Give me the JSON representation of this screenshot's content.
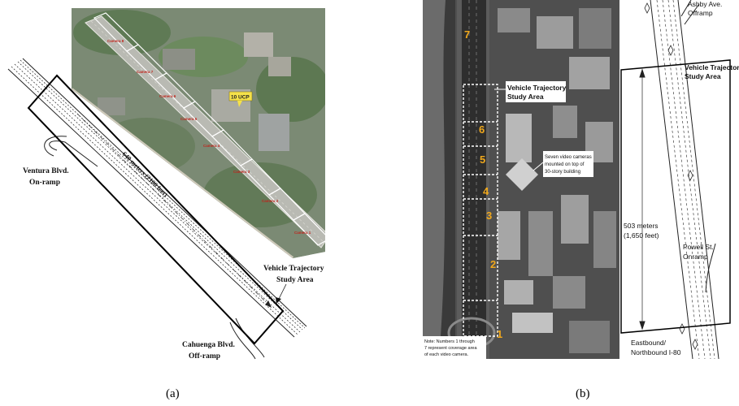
{
  "panel_a": {
    "caption": "(a)",
    "labels": {
      "ventura_line1": "Ventura Blvd.",
      "ventura_line2": "On-ramp",
      "cahuenga_line1": "Cahuenga Blvd.",
      "cahuenga_line2": "Off-ramp",
      "study_line1": "Vehicle Trajectory",
      "study_line2": "Study Area",
      "length": "640 meters (2100 feet)",
      "ucp": "10 UCP"
    },
    "cameras": [
      "Camera 8",
      "Camera 7",
      "Camera 6",
      "Camera 5",
      "Camera 4",
      "Camera 3",
      "Camera 2",
      "Camera 1"
    ]
  },
  "panel_b": {
    "caption": "(b)",
    "segment_numbers": [
      "7",
      "6",
      "5",
      "4",
      "3",
      "2",
      "1"
    ],
    "labels": {
      "study_line1": "Vehicle Trajectory",
      "study_line2": "Study Area",
      "cams_line1": "Seven video cameras",
      "cams_line2": "mounted on top of",
      "cams_line3": "30-story building",
      "note_line1": "Note: Numbers 1 through",
      "note_line2": "7 represent coverage area",
      "note_line3": "of each video camera."
    }
  },
  "panel_b_schematic": {
    "labels": {
      "ashby_line1": "Ashby Ave.",
      "ashby_line2": "Offramp",
      "study_line1": "Vehicle Trajectory",
      "study_line2": "Study Area",
      "length_line1": "503 meters",
      "length_line2": "(1,650 feet)",
      "powell_line1": "Powell St.",
      "powell_line2": "Onramp",
      "eb_line1": "Eastbound/",
      "eb_line2": "Northbound I-80"
    }
  },
  "colors": {
    "segment_number": "#f0a81c",
    "camera_label": "#c0241c",
    "ucp_tag": "#f5e14a"
  }
}
